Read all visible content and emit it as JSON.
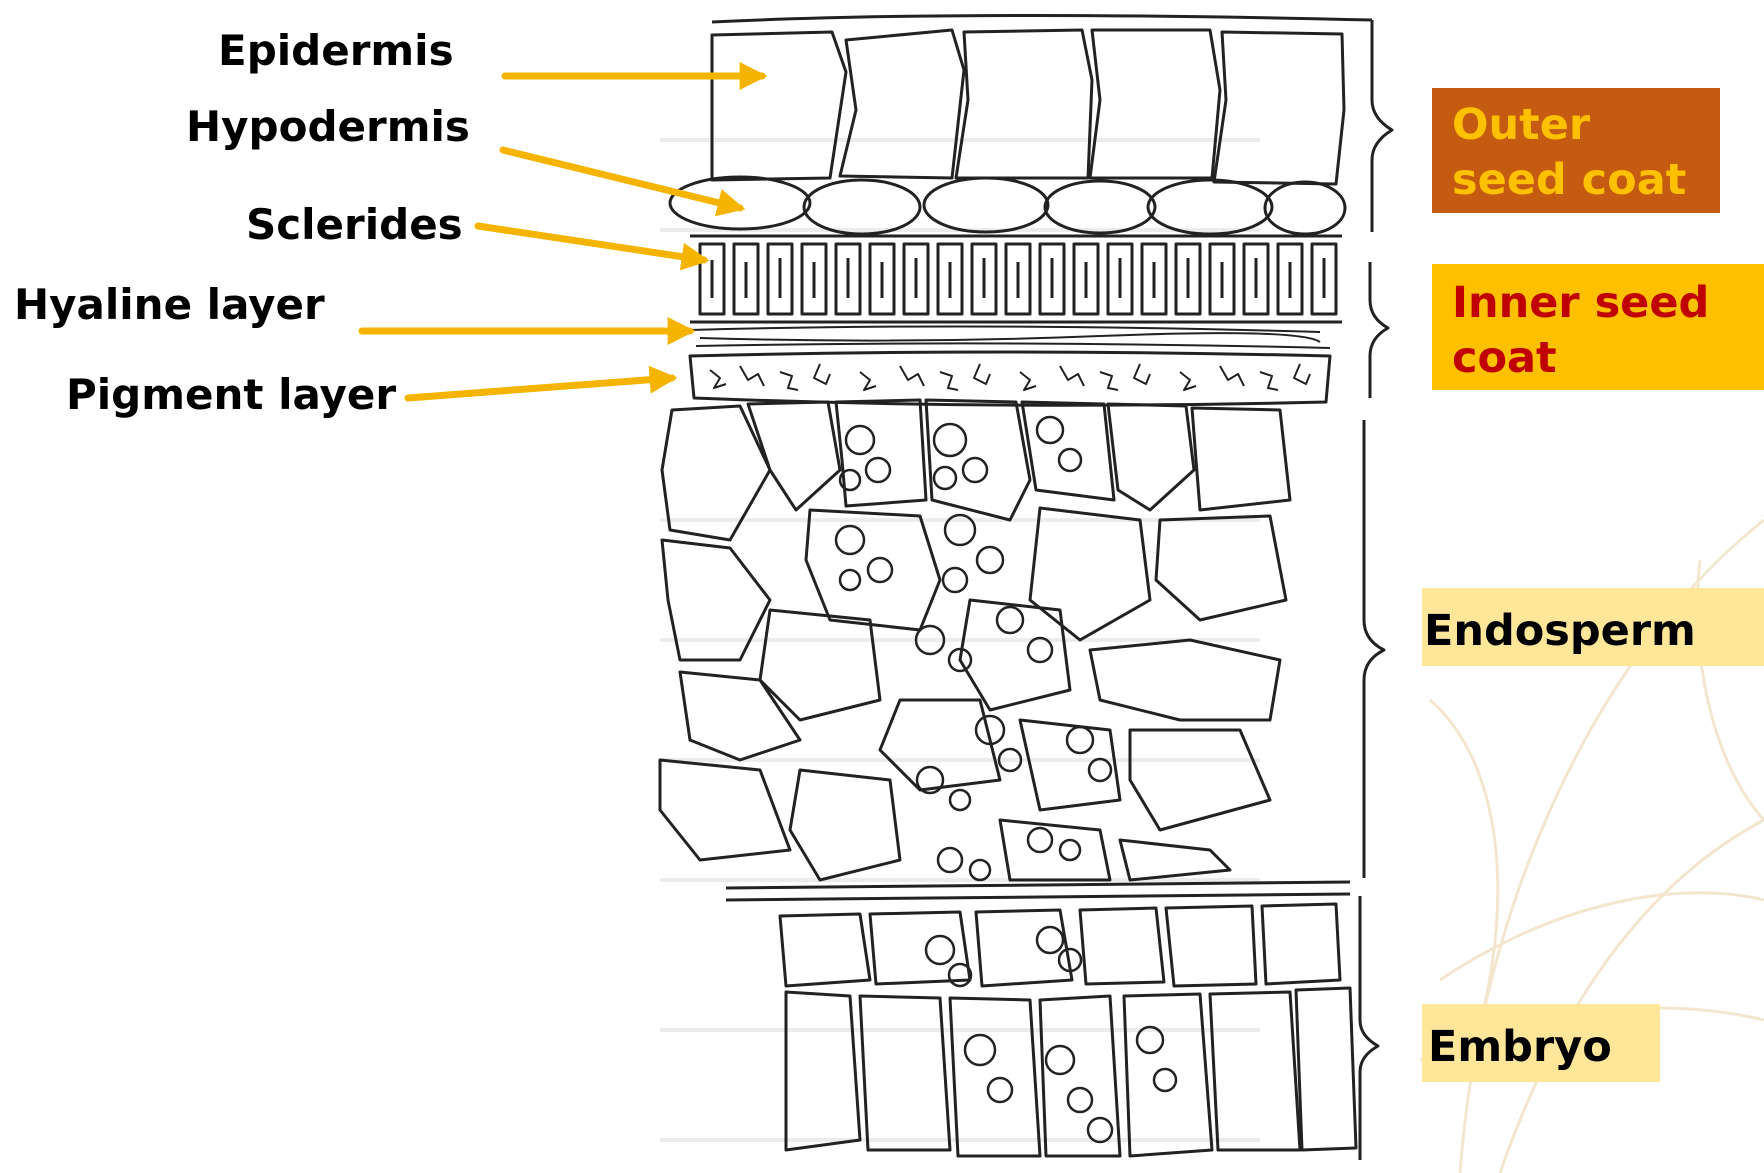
{
  "labels": {
    "epidermis": "Epidermis",
    "hypodermis": "Hypodermis",
    "sclerides": "Sclerides",
    "hyaline": "Hyaline layer",
    "pigment": "Pigment layer"
  },
  "regions": {
    "outer": {
      "line1": "Outer",
      "line2": "seed coat",
      "bg": "#c55a11",
      "color": "#ffc000"
    },
    "inner": {
      "line1": "Inner seed",
      "line2": "coat",
      "bg": "#ffc000",
      "color": "#c00000"
    },
    "endosperm": {
      "text": "Endosperm",
      "bg": "#ffe699",
      "color": "#000000"
    },
    "embryo": {
      "text": "Embryo",
      "bg": "#ffe699",
      "color": "#000000"
    }
  },
  "colors": {
    "arrow": "#f4b400",
    "ink": "#222222",
    "watermark": "#f3e6cf"
  }
}
